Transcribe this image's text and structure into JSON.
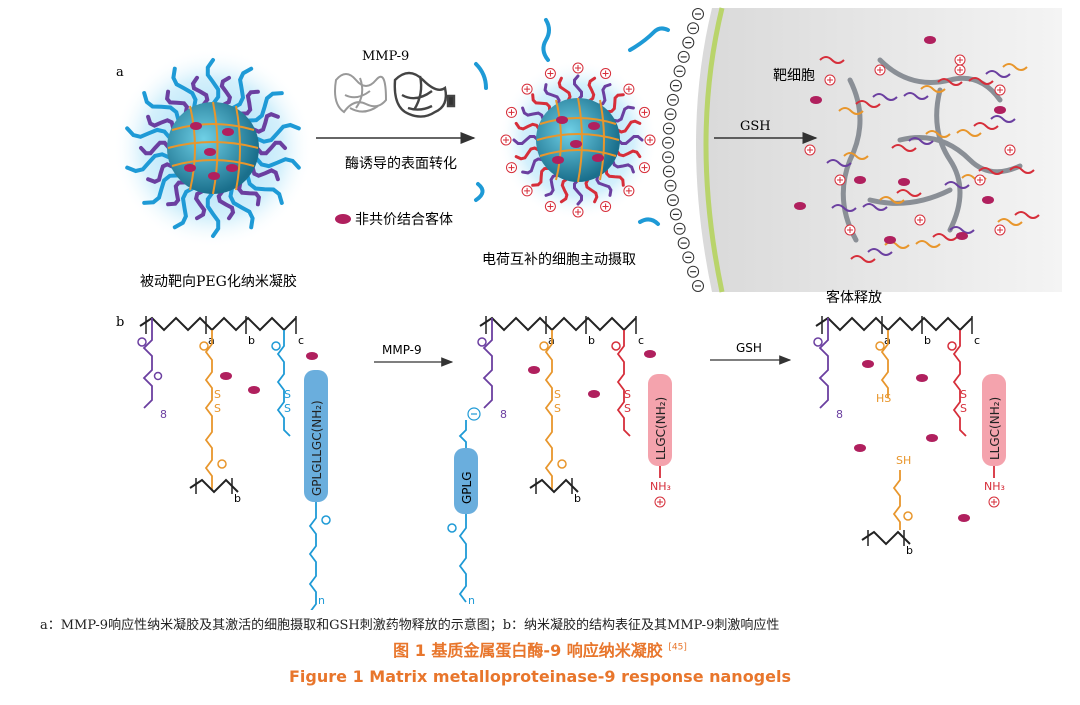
{
  "panel_a": {
    "label": "a",
    "enzyme_label": "MMP-9",
    "transform_label": "酶诱导的表面转化",
    "guest_legend": "非共价结合客体",
    "passive_label": "被动靶向PEG化纳米凝胶",
    "uptake_label": "电荷互补的细胞主动摄取",
    "cell_label": "靶细胞",
    "gsh_label": "GSH",
    "release_label": "客体释放"
  },
  "panel_b": {
    "label": "b",
    "mmp_label": "MMP-9",
    "gsh_label": "GSH",
    "sub_a": "a",
    "sub_b": "b",
    "sub_c": "c",
    "sub_8": "8",
    "sub_n": "n",
    "peptide_full": "GPLGLLGC(NH₂)",
    "peptide_gplg": "GPLG",
    "peptide_llgc": "LLGC(NH₂)",
    "ss": "S",
    "sh": "SH",
    "hs": "HS",
    "nh3": "NH₃",
    "o": "O"
  },
  "caption": {
    "description": "a：MMP-9响应性纳米凝胶及其激活的细胞摄取和GSH刺激药物释放的示意图；b：纳米凝胶的结构表征及其MMP-9刺激响应性",
    "title_cn": "图 1  基质金属蛋白酶-9 响应纳米凝胶",
    "ref": "[45]",
    "title_en": "Figure 1  Matrix metalloproteinase-9 response nanogels"
  },
  "colors": {
    "peg_blue": "#1e9ad6",
    "purple": "#6b3fa0",
    "orange": "#e8962c",
    "red": "#d62e3a",
    "guest": "#b0205e",
    "pink_box": "#f4a3ad",
    "blue_box": "#6aaedd",
    "caption_orange": "#e8762c"
  }
}
